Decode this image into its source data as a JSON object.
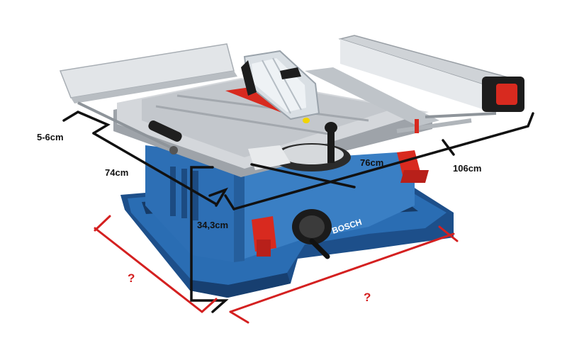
{
  "dimensions": {
    "rip_fence_gap": "5-6cm",
    "table_depth": "74cm",
    "table_width_front": "76cm",
    "table_width_extended": "106cm",
    "table_height": "34,3cm"
  },
  "unknown_dimensions": {
    "base_depth": "?",
    "base_width": "?"
  },
  "product": {
    "brand_mark": "BOSCH"
  },
  "colors": {
    "measure_line": "#111111",
    "unknown_line": "#d42020",
    "base_blue": "#1f5fa0",
    "table_gray": "#c9ccd0",
    "accent_red": "#d82a1f"
  }
}
